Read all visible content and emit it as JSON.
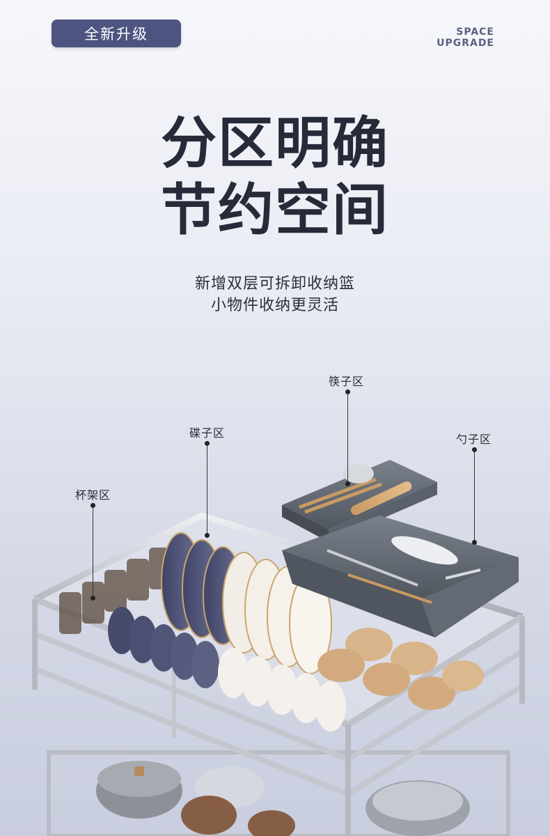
{
  "badge": "全新升级",
  "space_tag": {
    "line1": "SPACE",
    "line2": "UPGRADE"
  },
  "headline": {
    "line1": "分区明确",
    "line2": "节约空间"
  },
  "subtitle": {
    "line1": "新增双层可拆卸收纳篮",
    "line2": "小物件收纳更灵活"
  },
  "callouts": {
    "chopsticks": "筷子区",
    "plates": "碟子区",
    "spoons": "勺子区",
    "cups": "杯架区"
  },
  "colors": {
    "badge": "#4d5480",
    "headline": "#262b3a",
    "tray": "#5f6670",
    "steel": "#c9ccd3"
  }
}
